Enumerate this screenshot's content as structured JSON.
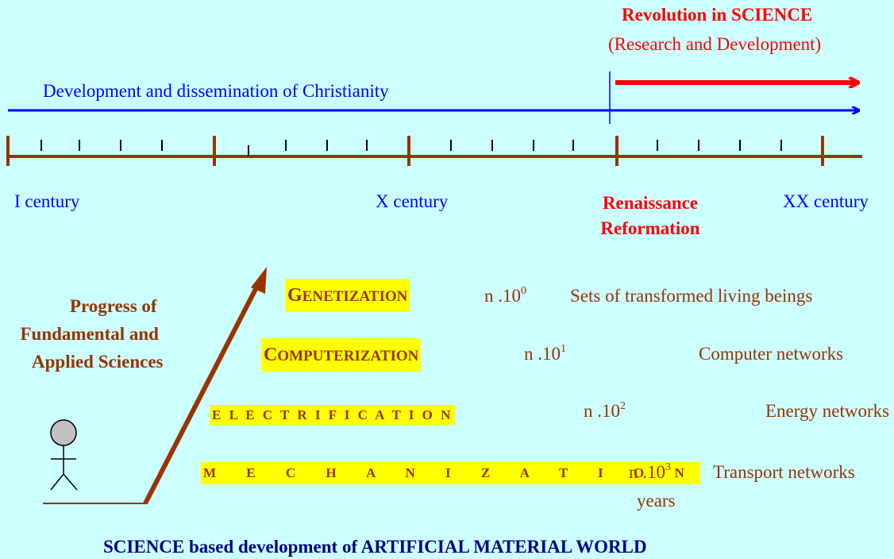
{
  "header": {
    "revolution_title": "Revolution in SCIENCE",
    "revolution_subtitle": "(Research and Development)"
  },
  "timeline": {
    "christianity_label": "Development and dissemination of Christianity",
    "markers": {
      "first_century": "I century",
      "tenth_century": "X century",
      "renaissance": "Renaissance",
      "reformation": "Reformation",
      "twentieth_century": "XX century"
    }
  },
  "progress_label": [
    "Progress of",
    "Fundamental and",
    "Applied Sciences"
  ],
  "stages": [
    {
      "name_initial": "G",
      "name_rest": "ENETIZATION",
      "scale_prefix": "n .10",
      "scale_exp": "0",
      "description": "Sets of transformed living beings"
    },
    {
      "name_initial": "C",
      "name_rest": "OMPUTERIZATION",
      "scale_prefix": "n .10",
      "scale_exp": "1",
      "description": "Computer networks"
    },
    {
      "name": "E L E C T R I F I C A T I O N",
      "scale_prefix": "n .10",
      "scale_exp": "2",
      "description": "Energy networks"
    },
    {
      "name": "M E C H A N I Z A T I O N",
      "scale_prefix": "n .10",
      "scale_exp": "3",
      "description": "Transport networks",
      "scale_unit": "years"
    }
  ],
  "footer": "SCIENCE based development of ARTIFICIAL  MATERIAL WORLD",
  "colors": {
    "background": "#ccffff",
    "red": "#ff0000",
    "blue": "#0000ff",
    "brown": "#993300",
    "highlight": "#ffff00",
    "navy": "#000080"
  }
}
